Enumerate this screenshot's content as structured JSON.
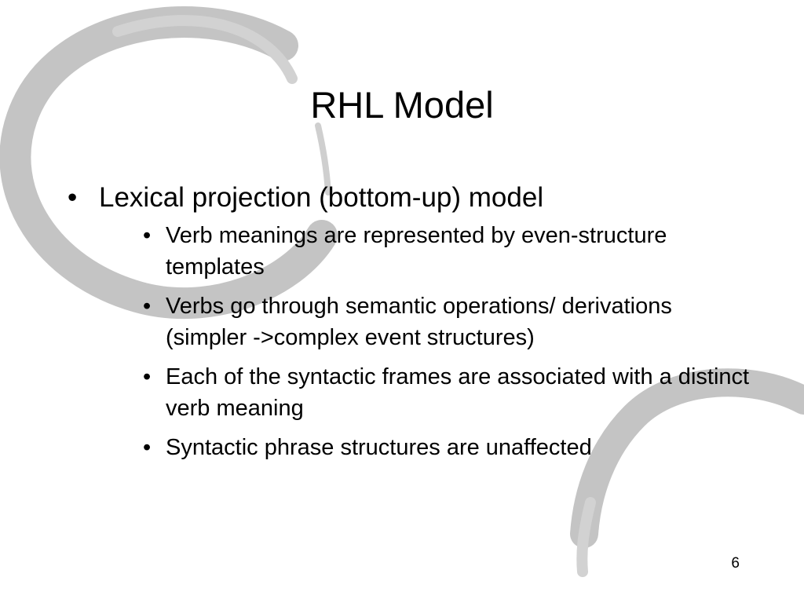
{
  "slide": {
    "title": "RHL Model",
    "bullet_glyph": "•",
    "bullets": [
      {
        "text": "Lexical projection (bottom-up) model",
        "sub": [
          "Verb meanings are represented by even-structure templates",
          "Verbs go through semantic operations/ derivations (simpler ->complex event structures)",
          "Each of the syntactic frames are associated with a distinct verb meaning",
          "Syntactic phrase structures are unaffected"
        ]
      }
    ],
    "page_number": "6"
  },
  "colors": {
    "background": "#ffffff",
    "text": "#000000",
    "swirl": "#c4c4c4"
  }
}
